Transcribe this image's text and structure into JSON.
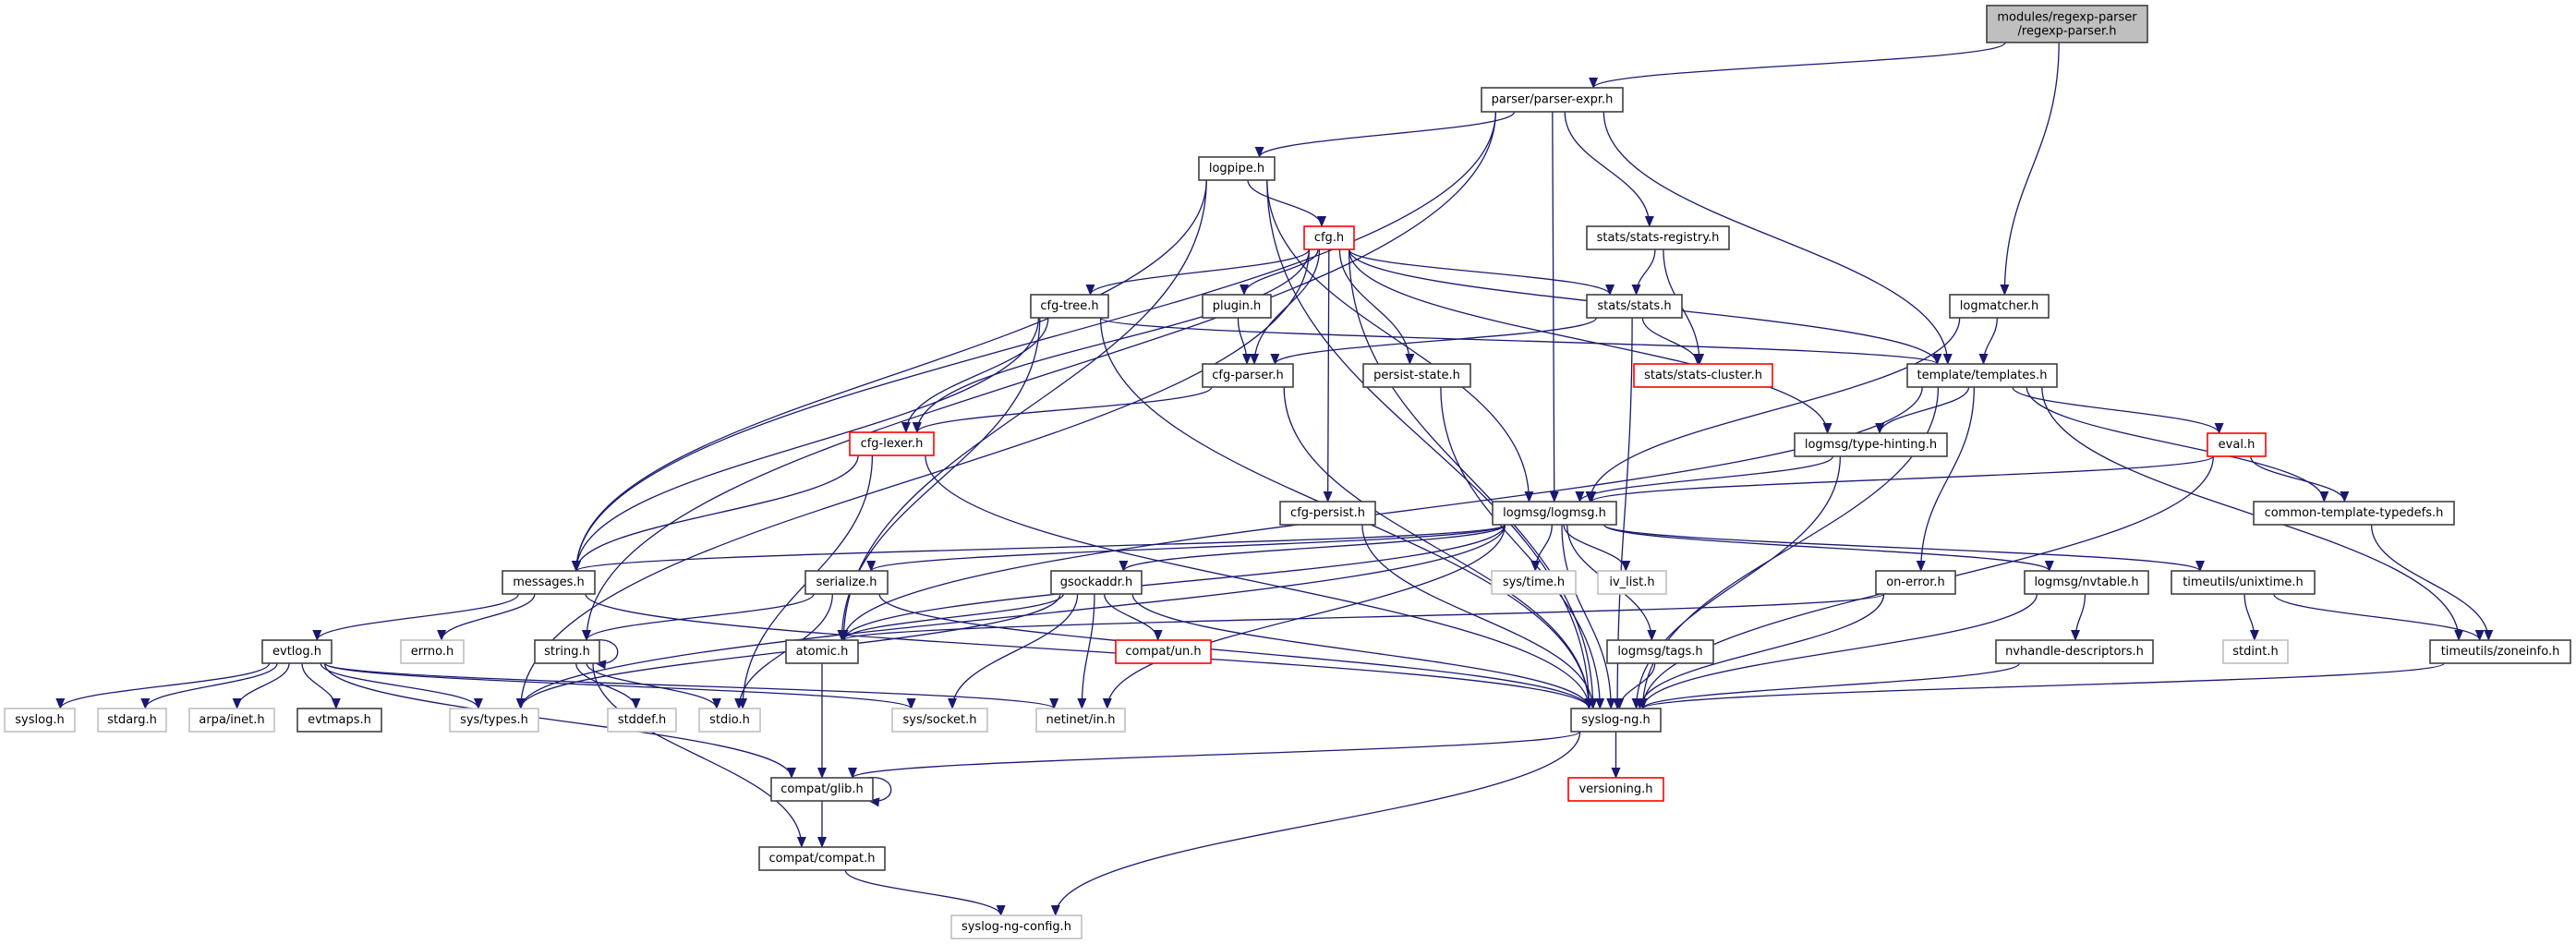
{
  "graph": {
    "colors": {
      "edge": "#191970",
      "documented_border": "#404040",
      "truncated_border": "#ff0000",
      "external_border": "#bfbfbf",
      "root_fill": "#bfbfbf"
    },
    "nodes": [
      {
        "id": "root",
        "label": "modules/regexp-parser",
        "label2": "/regexp-parser.h",
        "style": "root"
      },
      {
        "id": "parser_expr",
        "label": "parser/parser-expr.h",
        "style": "documented"
      },
      {
        "id": "logpipe",
        "label": "logpipe.h",
        "style": "documented"
      },
      {
        "id": "cfg",
        "label": "cfg.h",
        "style": "truncated"
      },
      {
        "id": "stats_registry",
        "label": "stats/stats-registry.h",
        "style": "documented"
      },
      {
        "id": "cfg_tree",
        "label": "cfg-tree.h",
        "style": "documented"
      },
      {
        "id": "plugin",
        "label": "plugin.h",
        "style": "documented"
      },
      {
        "id": "stats",
        "label": "stats/stats.h",
        "style": "documented"
      },
      {
        "id": "logmatcher",
        "label": "logmatcher.h",
        "style": "documented"
      },
      {
        "id": "cfg_parser",
        "label": "cfg-parser.h",
        "style": "documented"
      },
      {
        "id": "persist_state",
        "label": "persist-state.h",
        "style": "documented"
      },
      {
        "id": "stats_cluster",
        "label": "stats/stats-cluster.h",
        "style": "truncated"
      },
      {
        "id": "templates",
        "label": "template/templates.h",
        "style": "documented"
      },
      {
        "id": "cfg_lexer",
        "label": "cfg-lexer.h",
        "style": "truncated"
      },
      {
        "id": "type_hinting",
        "label": "logmsg/type-hinting.h",
        "style": "documented"
      },
      {
        "id": "eval",
        "label": "eval.h",
        "style": "truncated"
      },
      {
        "id": "cfg_persist",
        "label": "cfg-persist.h",
        "style": "documented"
      },
      {
        "id": "logmsg",
        "label": "logmsg/logmsg.h",
        "style": "documented"
      },
      {
        "id": "ctt",
        "label": "common-template-typedefs.h",
        "style": "documented"
      },
      {
        "id": "messages",
        "label": "messages.h",
        "style": "documented"
      },
      {
        "id": "serialize",
        "label": "serialize.h",
        "style": "documented"
      },
      {
        "id": "gsockaddr",
        "label": "gsockaddr.h",
        "style": "documented"
      },
      {
        "id": "sys_time",
        "label": "sys/time.h",
        "style": "external"
      },
      {
        "id": "iv_list",
        "label": "iv_list.h",
        "style": "external"
      },
      {
        "id": "on_error",
        "label": "on-error.h",
        "style": "documented"
      },
      {
        "id": "nvtable",
        "label": "logmsg/nvtable.h",
        "style": "documented"
      },
      {
        "id": "unixtime",
        "label": "timeutils/unixtime.h",
        "style": "documented"
      },
      {
        "id": "evtlog",
        "label": "evtlog.h",
        "style": "documented"
      },
      {
        "id": "errno",
        "label": "errno.h",
        "style": "external"
      },
      {
        "id": "string",
        "label": "string.h",
        "style": "documented"
      },
      {
        "id": "atomic",
        "label": "atomic.h",
        "style": "documented"
      },
      {
        "id": "compat_un",
        "label": "compat/un.h",
        "style": "truncated"
      },
      {
        "id": "tags",
        "label": "logmsg/tags.h",
        "style": "documented"
      },
      {
        "id": "nvhandle",
        "label": "nvhandle-descriptors.h",
        "style": "documented"
      },
      {
        "id": "stdint",
        "label": "stdint.h",
        "style": "external"
      },
      {
        "id": "zoneinfo",
        "label": "timeutils/zoneinfo.h",
        "style": "documented"
      },
      {
        "id": "syslog",
        "label": "syslog.h",
        "style": "external"
      },
      {
        "id": "stdarg",
        "label": "stdarg.h",
        "style": "external"
      },
      {
        "id": "arpa",
        "label": "arpa/inet.h",
        "style": "external"
      },
      {
        "id": "evtmaps",
        "label": "evtmaps.h",
        "style": "documented"
      },
      {
        "id": "sys_types",
        "label": "sys/types.h",
        "style": "external"
      },
      {
        "id": "stddef",
        "label": "stddef.h",
        "style": "external"
      },
      {
        "id": "stdio",
        "label": "stdio.h",
        "style": "external"
      },
      {
        "id": "sys_socket",
        "label": "sys/socket.h",
        "style": "external"
      },
      {
        "id": "netinet",
        "label": "netinet/in.h",
        "style": "external"
      },
      {
        "id": "syslog_ng",
        "label": "syslog-ng.h",
        "style": "documented"
      },
      {
        "id": "glib",
        "label": "compat/glib.h",
        "style": "documented"
      },
      {
        "id": "versioning",
        "label": "versioning.h",
        "style": "truncated"
      },
      {
        "id": "compat",
        "label": "compat/compat.h",
        "style": "documented"
      },
      {
        "id": "config",
        "label": "syslog-ng-config.h",
        "style": "external"
      }
    ],
    "edges": [
      [
        "root",
        "parser_expr"
      ],
      [
        "root",
        "logmatcher"
      ],
      [
        "parser_expr",
        "logpipe"
      ],
      [
        "parser_expr",
        "messages"
      ],
      [
        "parser_expr",
        "string"
      ],
      [
        "parser_expr",
        "logmsg"
      ],
      [
        "parser_expr",
        "stats_registry"
      ],
      [
        "parser_expr",
        "templates"
      ],
      [
        "logpipe",
        "cfg"
      ],
      [
        "logpipe",
        "messages"
      ],
      [
        "logpipe",
        "atomic"
      ],
      [
        "logpipe",
        "logmsg"
      ],
      [
        "logpipe",
        "syslog_ng"
      ],
      [
        "cfg",
        "cfg_tree"
      ],
      [
        "cfg",
        "plugin"
      ],
      [
        "cfg",
        "cfg_parser"
      ],
      [
        "cfg",
        "cfg_lexer"
      ],
      [
        "cfg",
        "cfg_persist"
      ],
      [
        "cfg",
        "persist_state"
      ],
      [
        "cfg",
        "stats"
      ],
      [
        "cfg",
        "templates"
      ],
      [
        "cfg",
        "type_hinting"
      ],
      [
        "cfg",
        "syslog_ng"
      ],
      [
        "cfg",
        "sys_types"
      ],
      [
        "stats_registry",
        "stats"
      ],
      [
        "stats_registry",
        "stats_cluster"
      ],
      [
        "cfg_tree",
        "templates"
      ],
      [
        "cfg_tree",
        "messages"
      ],
      [
        "cfg_tree",
        "cfg_lexer"
      ],
      [
        "cfg_tree",
        "atomic"
      ],
      [
        "cfg_tree",
        "syslog_ng"
      ],
      [
        "plugin",
        "cfg_parser"
      ],
      [
        "stats",
        "cfg_parser"
      ],
      [
        "stats",
        "stats_cluster"
      ],
      [
        "stats",
        "syslog_ng"
      ],
      [
        "logmatcher",
        "templates"
      ],
      [
        "logmatcher",
        "logmsg"
      ],
      [
        "cfg_parser",
        "cfg_lexer"
      ],
      [
        "cfg_parser",
        "syslog_ng"
      ],
      [
        "persist_state",
        "syslog_ng"
      ],
      [
        "templates",
        "type_hinting"
      ],
      [
        "templates",
        "eval"
      ],
      [
        "templates",
        "ctt"
      ],
      [
        "templates",
        "zoneinfo"
      ],
      [
        "templates",
        "atomic"
      ],
      [
        "templates",
        "on_error"
      ],
      [
        "templates",
        "syslog_ng"
      ],
      [
        "cfg_lexer",
        "messages"
      ],
      [
        "cfg_lexer",
        "stdio"
      ],
      [
        "cfg_lexer",
        "syslog_ng"
      ],
      [
        "type_hinting",
        "logmsg"
      ],
      [
        "type_hinting",
        "syslog_ng"
      ],
      [
        "eval",
        "logmsg"
      ],
      [
        "eval",
        "ctt"
      ],
      [
        "eval",
        "syslog_ng"
      ],
      [
        "cfg_persist",
        "syslog_ng"
      ],
      [
        "logmsg",
        "messages"
      ],
      [
        "logmsg",
        "serialize"
      ],
      [
        "logmsg",
        "gsockaddr"
      ],
      [
        "logmsg",
        "atomic"
      ],
      [
        "logmsg",
        "sys_types"
      ],
      [
        "logmsg",
        "sys_time"
      ],
      [
        "logmsg",
        "iv_list"
      ],
      [
        "logmsg",
        "tags"
      ],
      [
        "logmsg",
        "nvtable"
      ],
      [
        "logmsg",
        "unixtime"
      ],
      [
        "logmsg",
        "netinet"
      ],
      [
        "logmsg",
        "syslog_ng"
      ],
      [
        "ctt",
        "zoneinfo"
      ],
      [
        "messages",
        "evtlog"
      ],
      [
        "messages",
        "errno"
      ],
      [
        "messages",
        "syslog_ng"
      ],
      [
        "serialize",
        "string"
      ],
      [
        "serialize",
        "stdio"
      ],
      [
        "serialize",
        "syslog_ng"
      ],
      [
        "gsockaddr",
        "atomic"
      ],
      [
        "gsockaddr",
        "sys_types"
      ],
      [
        "gsockaddr",
        "sys_socket"
      ],
      [
        "gsockaddr",
        "netinet"
      ],
      [
        "gsockaddr",
        "compat_un"
      ],
      [
        "gsockaddr",
        "syslog_ng"
      ],
      [
        "on_error",
        "atomic"
      ],
      [
        "on_error",
        "syslog_ng"
      ],
      [
        "nvtable",
        "nvhandle"
      ],
      [
        "nvtable",
        "syslog_ng"
      ],
      [
        "unixtime",
        "stdint"
      ],
      [
        "unixtime",
        "zoneinfo"
      ],
      [
        "evtlog",
        "syslog"
      ],
      [
        "evtlog",
        "stdarg"
      ],
      [
        "evtlog",
        "arpa"
      ],
      [
        "evtlog",
        "evtmaps"
      ],
      [
        "evtlog",
        "sys_types"
      ],
      [
        "evtlog",
        "sys_socket"
      ],
      [
        "evtlog",
        "netinet"
      ],
      [
        "evtlog",
        "glib"
      ],
      [
        "string",
        "string"
      ],
      [
        "string",
        "stddef"
      ],
      [
        "string",
        "stdio"
      ],
      [
        "string",
        "compat"
      ],
      [
        "atomic",
        "glib"
      ],
      [
        "tags",
        "syslog_ng"
      ],
      [
        "nvhandle",
        "syslog_ng"
      ],
      [
        "zoneinfo",
        "syslog_ng"
      ],
      [
        "syslog_ng",
        "versioning"
      ],
      [
        "syslog_ng",
        "glib"
      ],
      [
        "syslog_ng",
        "config"
      ],
      [
        "glib",
        "glib"
      ],
      [
        "glib",
        "compat"
      ],
      [
        "compat",
        "config"
      ]
    ]
  }
}
